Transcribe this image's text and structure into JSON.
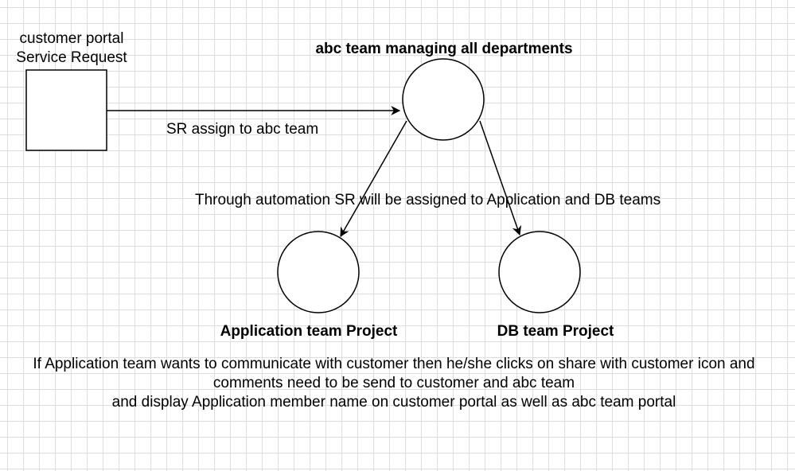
{
  "nodes": {
    "customer_portal": {
      "title_line1": "customer portal",
      "title_line2": "Service Request"
    },
    "abc_team": {
      "title": "abc team managing all departments"
    },
    "application_team": {
      "title": "Application team Project"
    },
    "db_team": {
      "title": "DB team Project"
    }
  },
  "edges": {
    "sr_assign": {
      "label": "SR assign to abc team"
    },
    "automation": {
      "label": "Through automation SR will be assigned to Application and DB teams"
    }
  },
  "note": {
    "line1": "If Application team wants to communicate with customer then he/she clicks on share with customer icon and",
    "line2": "comments need to be send to customer and abc team",
    "line3": "and display Application member name on customer portal as well as abc team portal"
  }
}
